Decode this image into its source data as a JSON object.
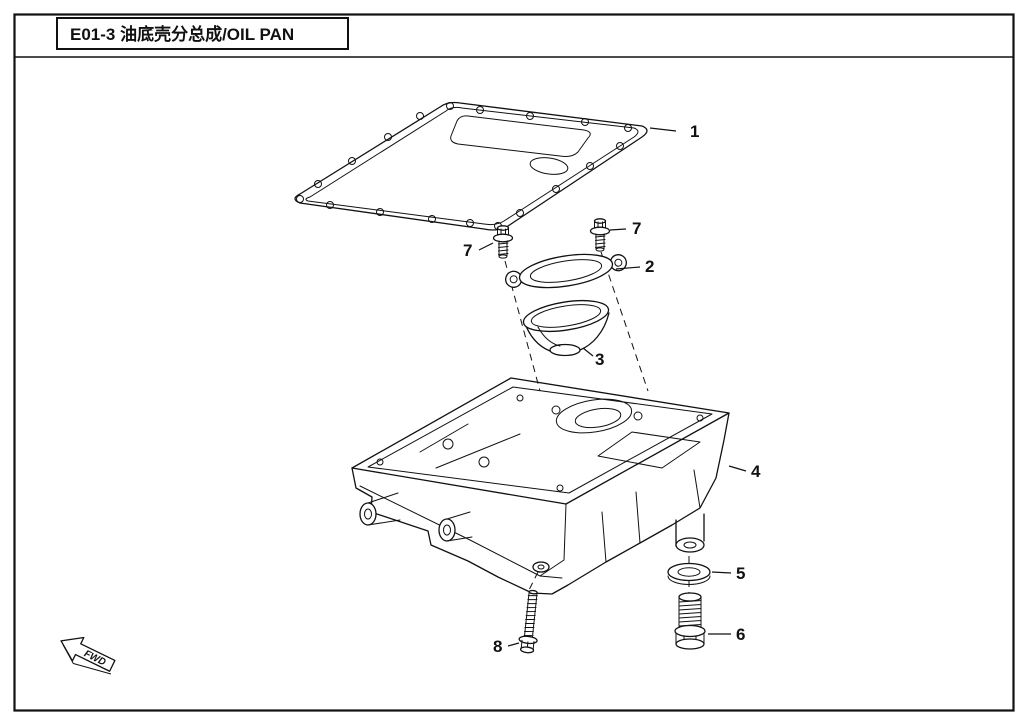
{
  "header": {
    "title": "E01-3  油底壳分总成/OIL PAN"
  },
  "diagram": {
    "part_labels": {
      "l1": "1",
      "l2": "2",
      "l3": "3",
      "l4": "4",
      "l5": "5",
      "l6": "6",
      "l7a": "7",
      "l7b": "7",
      "l8": "8"
    },
    "fwd_label": "FWD"
  }
}
